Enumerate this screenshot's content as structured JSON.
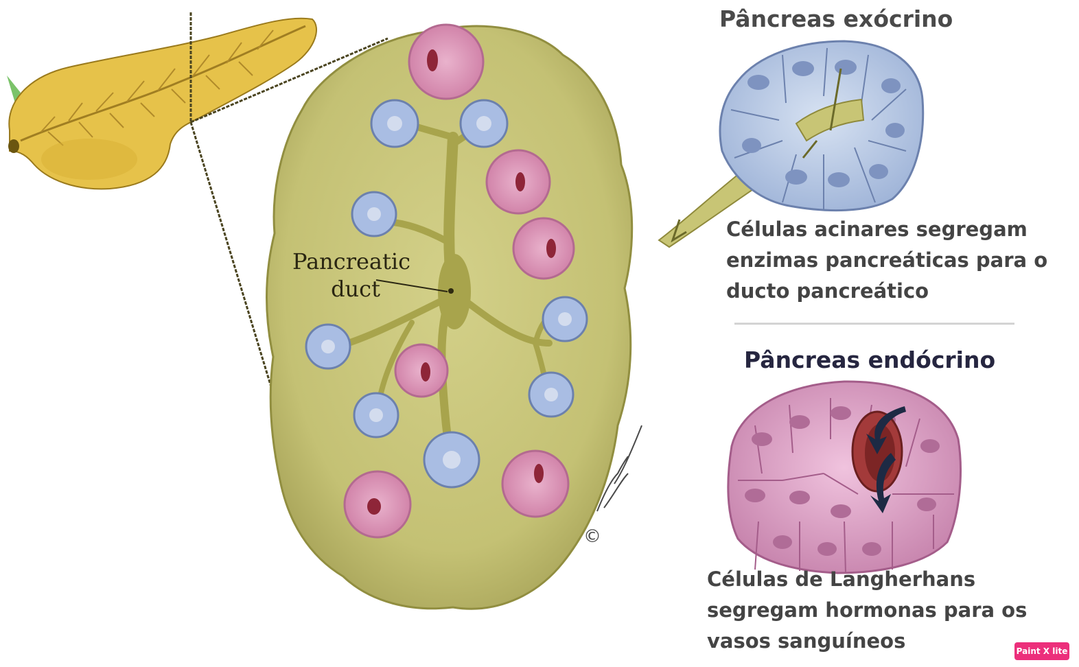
{
  "duct_label_line1": "Pancreatic",
  "duct_label_line2": "duct",
  "copyright_mark": "©",
  "exocrine": {
    "title": "Pâncreas exócrino",
    "caption_lines": [
      "Células acinares segregam",
      "enzimas pancreáticas para o",
      "ducto pancreático"
    ]
  },
  "endocrine": {
    "title": "Pâncreas endócrino",
    "caption_lines": [
      "Células de Langherhans",
      "segregam hormonas para os",
      "vasos sanguíneos"
    ]
  },
  "watermark": "Paint X lite",
  "colors": {
    "organ": "#e6c24a",
    "lobule": "#c2bf6e",
    "duct": "#a8a44c",
    "acinus": "#a9bde3",
    "islet": "#d98fb4",
    "leader_line": "#4a4420"
  }
}
